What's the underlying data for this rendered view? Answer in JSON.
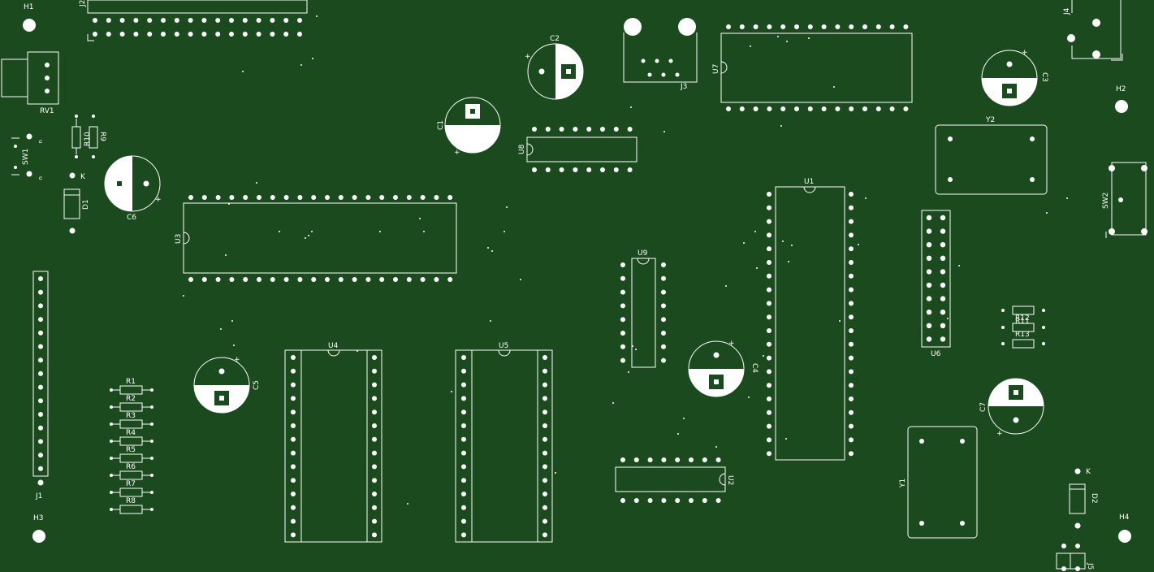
{
  "board": {
    "background": "#1b4a1e",
    "silk": "#ffffff"
  },
  "labels": {
    "H1": "H1",
    "H2": "H2",
    "H3": "H3",
    "H4": "H4",
    "J1": "J1",
    "J2": "J2",
    "J3": "J3",
    "J4": "J4",
    "J5": "J5",
    "RV1": "RV1",
    "SW1": "SW1",
    "SW2": "SW2",
    "R1": "R1",
    "R2": "R2",
    "R3": "R3",
    "R4": "R4",
    "R5": "R5",
    "R6": "R6",
    "R7": "R7",
    "R8": "R8",
    "R9": "R9",
    "R10": "R10",
    "R11": "R11",
    "R12": "R12",
    "R13": "R13",
    "C1": "C1",
    "C2": "C2",
    "C3": "C3",
    "C4": "C4",
    "C5": "C5",
    "C6": "C6",
    "C7": "C7",
    "D1": "D1",
    "D2": "D2",
    "K1": "K",
    "K2": "K",
    "U1": "U1",
    "U2": "U2",
    "U3": "U3",
    "U4": "U4",
    "U5": "U5",
    "U6": "U6",
    "U7": "U7",
    "U8": "U8",
    "U9": "U9",
    "Y1": "Y1",
    "Y2": "Y2",
    "plus": "+"
  }
}
